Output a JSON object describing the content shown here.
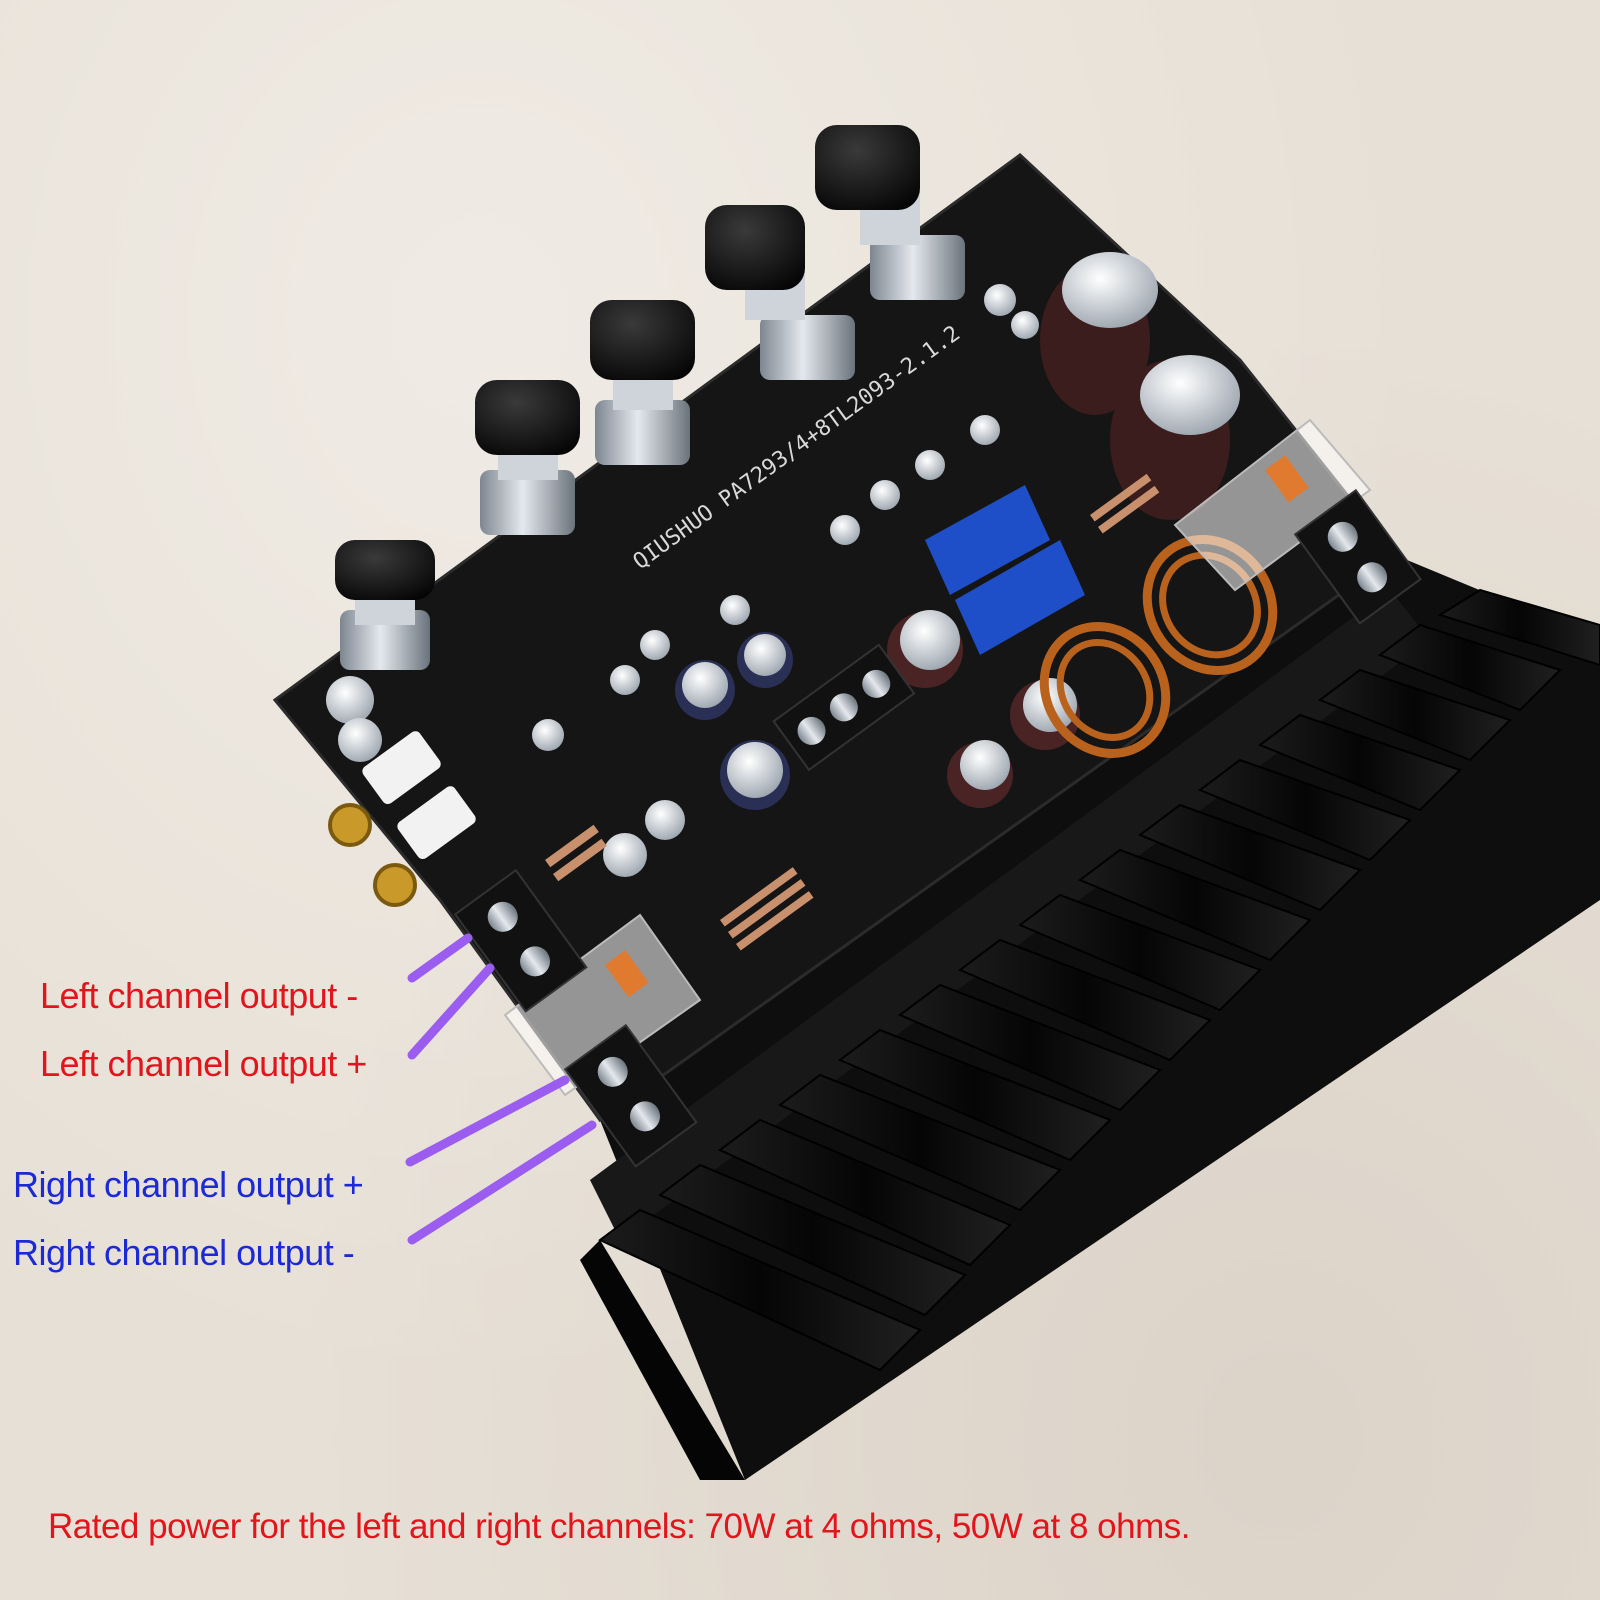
{
  "annotations": {
    "left_minus": "Left channel output -",
    "left_plus": "Left channel output +",
    "right_plus": "Right channel output +",
    "right_minus": "Right channel output -"
  },
  "footer": {
    "rated_power": "Rated power for the left and right channels: 70W at 4 ohms, 50W at 8 ohms."
  },
  "board": {
    "silkscreen": "QIUSHUO PA7293/4+8TL2093-2.1.2"
  },
  "colors": {
    "left_label": "#e1151c",
    "right_label": "#1b2ad6",
    "pointer_line": "#9b5cf0",
    "board": "#141414",
    "heatsink": "#0d0d0d"
  }
}
